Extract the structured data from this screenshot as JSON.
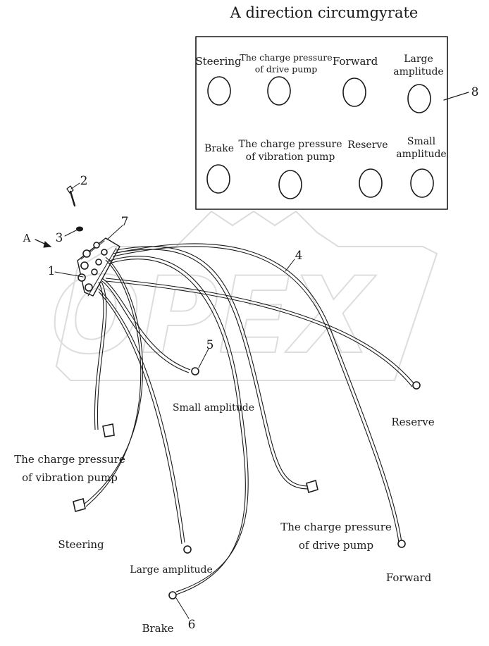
{
  "title": "A direction circumgyrate",
  "view_arrow_label": "A",
  "panel": {
    "items": [
      {
        "label_lines": [
          "Steering"
        ]
      },
      {
        "label_lines": [
          "The charge pressure",
          "of drive pump"
        ]
      },
      {
        "label_lines": [
          "Forward"
        ]
      },
      {
        "label_lines": [
          "Large",
          "amplitude"
        ]
      },
      {
        "label_lines": [
          "Brake"
        ]
      },
      {
        "label_lines": [
          "The charge pressure",
          "of vibration pump"
        ]
      },
      {
        "label_lines": [
          "Reserve"
        ]
      },
      {
        "label_lines": [
          "Small",
          "amplitude"
        ]
      }
    ]
  },
  "callouts": [
    "1",
    "2",
    "3",
    "4",
    "5",
    "6",
    "7",
    "8"
  ],
  "hose_labels": [
    {
      "lines": [
        "Small amplitude"
      ]
    },
    {
      "lines": [
        "Reserve"
      ]
    },
    {
      "lines": [
        "The charge pressure",
        "of vibration pump"
      ]
    },
    {
      "lines": [
        "Steering"
      ]
    },
    {
      "lines": [
        "Large amplitude"
      ]
    },
    {
      "lines": [
        "The charge pressure",
        "of drive pump"
      ]
    },
    {
      "lines": [
        "Forward"
      ]
    },
    {
      "lines": [
        "Brake"
      ]
    }
  ],
  "watermark": "OPEX"
}
